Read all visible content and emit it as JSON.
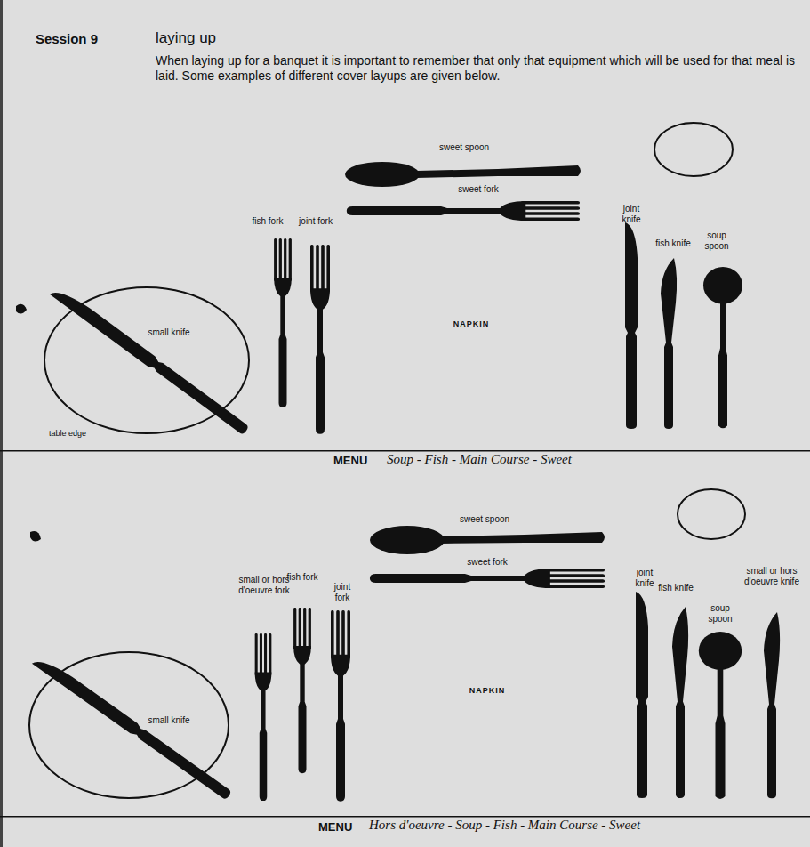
{
  "diagram": {
    "title": "laying up",
    "labels": [
      "Session 9",
      "When laying up for a banquet it is important to remember that only that equipment which will be used for that meal is laid. Some examples of different cover layups are given below.",
      "sweet spoon",
      "sweet fork",
      "fish fork",
      "joint fork",
      "joint knife",
      "fish knife",
      "soup spoon",
      "small knife",
      "NAPKIN",
      "table edge",
      "MENU",
      "Soup - Fish - Main Course - Sweet",
      "sweet spoon",
      "sweet fork",
      "small or hors d'oeuvre fork",
      "fish fork",
      "joint fork",
      "joint knife",
      "fish knife",
      "soup spoon",
      "small or hors d'oeuvre knife",
      "small knife",
      "NAPKIN",
      "MENU",
      "Hors d'oeuvre - Soup - Fish - Main Course - Sweet"
    ]
  }
}
